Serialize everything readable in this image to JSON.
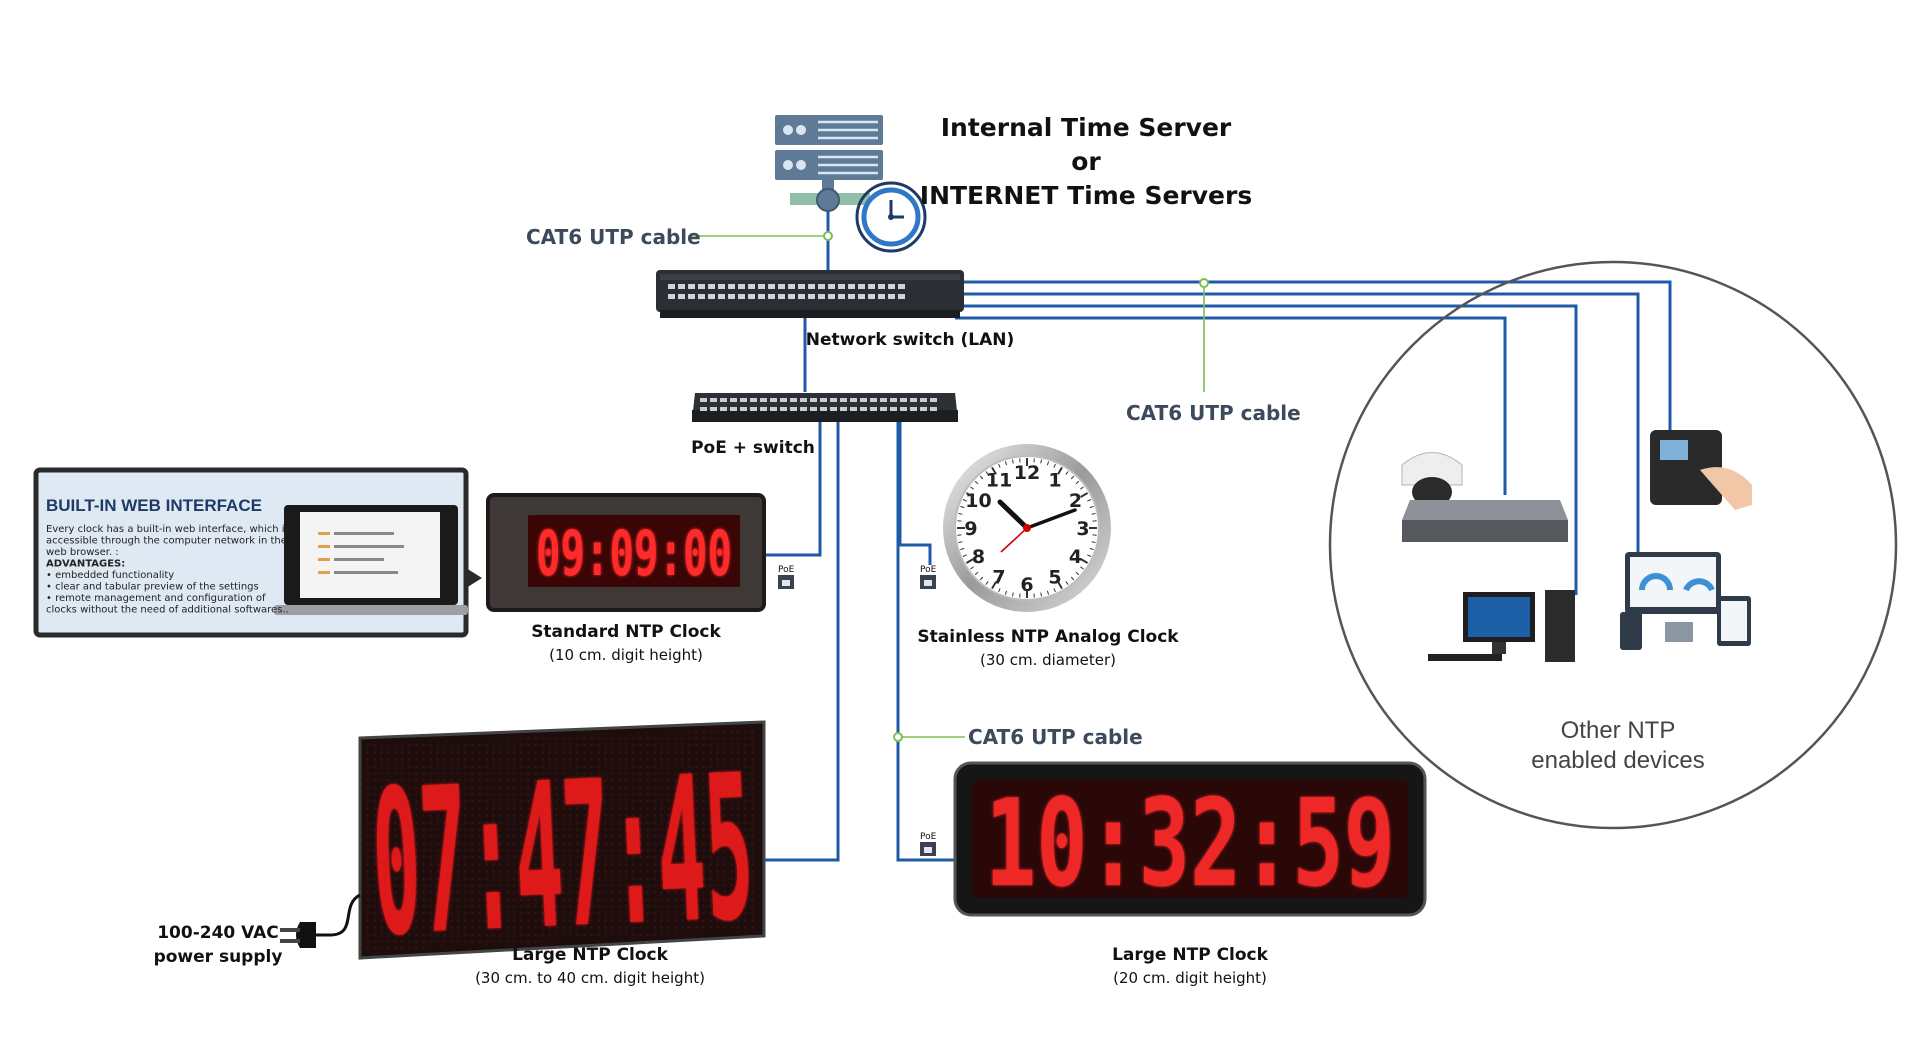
{
  "title": {
    "line1": "Internal Time Server",
    "line2": "or",
    "line3": "INTERNET Time Servers"
  },
  "cable_labels": {
    "top": "CAT6 UTP cable",
    "middle": "CAT6 UTP cable",
    "bottom": "CAT6 UTP cable"
  },
  "switches": {
    "network": "Network switch (LAN)",
    "poe": "PoE + switch"
  },
  "poe_tag": "PoE",
  "web_interface": {
    "heading": "BUILT-IN WEB INTERFACE",
    "lines": [
      "Every clock has a built-in web interface, which is",
      "accessible through the computer network in the",
      "web browser. :",
      "ADVANTAGES:",
      "• embedded functionality",
      "• clear and tabular preview of the settings",
      "•  remote management and configuration of",
      "clocks without the need of  additional softwares.."
    ]
  },
  "clocks": {
    "standard": {
      "time": "09:09:00",
      "name": "Standard NTP Clock",
      "spec": "(10 cm. digit height)"
    },
    "analog": {
      "name": "Stainless NTP Analog Clock",
      "spec": "(30 cm. diameter)",
      "numerals": [
        "12",
        "1",
        "2",
        "3",
        "4",
        "5",
        "6",
        "7",
        "8",
        "9",
        "10",
        "11"
      ]
    },
    "large_left": {
      "time": "07:47:45",
      "name": "Large NTP Clock",
      "spec": "(30 cm. to 40 cm. digit height)"
    },
    "large_right": {
      "time": "10:32:59",
      "name": "Large NTP Clock",
      "spec": "(20 cm. digit height)"
    }
  },
  "power": {
    "line1": "100-240 VAC",
    "line2": "power supply"
  },
  "devices": {
    "line1": "Other NTP",
    "line2": "enabled devices"
  },
  "colors": {
    "cable": "#1f5aa6",
    "leader": "#7cbf56",
    "led": "#ff2a2a",
    "server": "#5e7a96"
  }
}
